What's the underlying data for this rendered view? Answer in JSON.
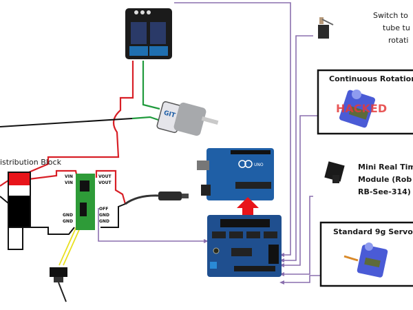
{
  "diagram": {
    "type": "wiring-diagram",
    "components": {
      "relay_module": {
        "name": "2-Channel Relay Module"
      },
      "dc_motor": {
        "name": "DC Gear Motor",
        "brand_text": "GIT"
      },
      "distribution_block": {
        "label": "Distribution Block",
        "visible_label": "istribution Block"
      },
      "voltage_regulator": {
        "name": "Step-down Voltage Regulator",
        "pins_left": [
          "VIN",
          "VIN",
          "GND",
          "GND"
        ],
        "pins_right": [
          "VOUT",
          "VOUT",
          "OFF",
          "GND",
          "GND"
        ]
      },
      "dc_barrel_jack": {
        "name": "DC Barrel Plug"
      },
      "toggle_switch": {
        "name": "Toggle Switch"
      },
      "arduino_uno": {
        "name": "Arduino UNO",
        "board_text": "UNO"
      },
      "sensor_shield": {
        "name": "Sensor Shield"
      },
      "limit_switch": {
        "caption_lines": [
          "Switch to",
          "tube tu",
          "rotati"
        ]
      },
      "continuous_servo": {
        "caption": "Continuous Rotation",
        "overlay_text": "HACKED"
      },
      "rtc_module": {
        "caption_lines": [
          "Mini Real Tim",
          "Module  (Rob",
          "RB-See-314)"
        ]
      },
      "standard_servo": {
        "caption": "Standard 9g Servo"
      }
    },
    "colors": {
      "power_wire": "#d81f26",
      "motor_wire": "#1f9a3c",
      "ground_wire": "#111111",
      "signal_wire": "#8a6fae",
      "switch_wire": "#e8e020",
      "stack_arrow": "#e8141a",
      "arduino_blue": "#1f5fa6",
      "regulator_green": "#2e9b38",
      "servo_blue": "#4a5bd6"
    }
  }
}
